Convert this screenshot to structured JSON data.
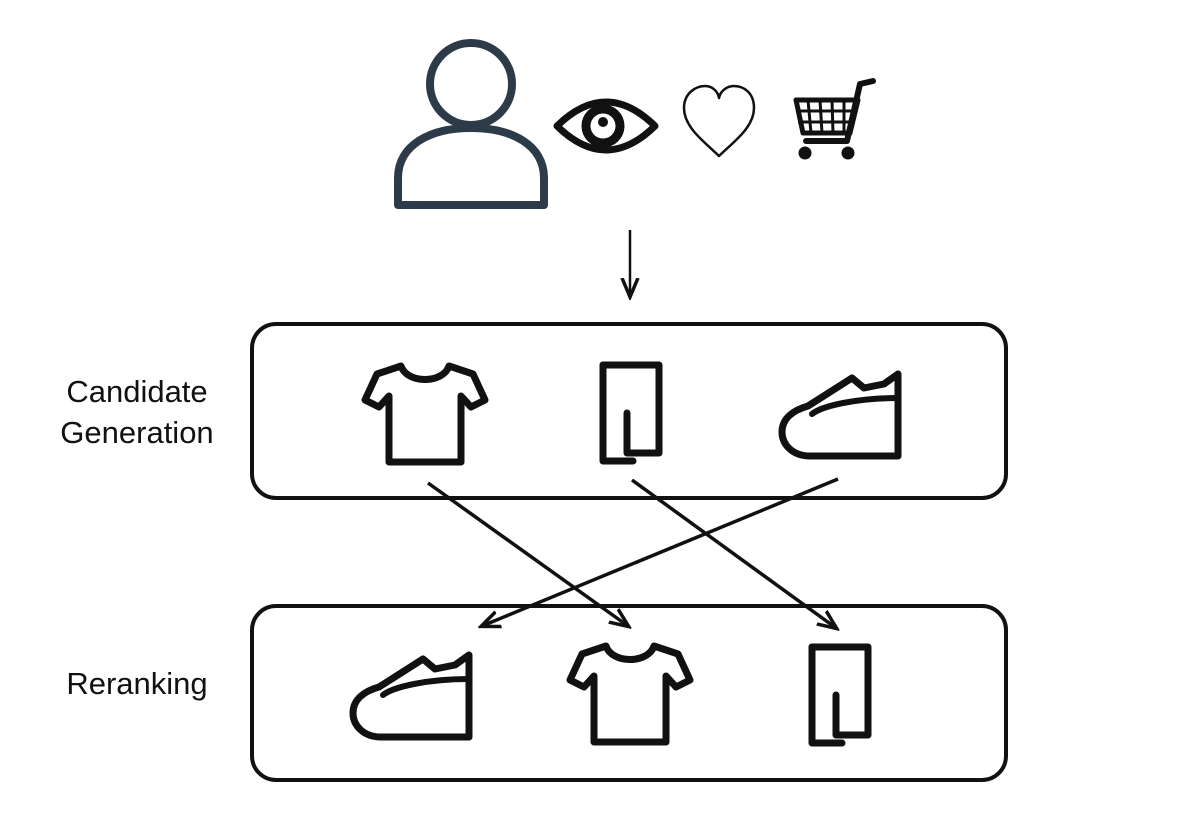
{
  "stages": {
    "candidate_generation": {
      "label_line1": "Candidate",
      "label_line2": "Generation",
      "items": [
        "shirt-icon",
        "pants-icon",
        "shoe-icon"
      ]
    },
    "reranking": {
      "label": "Reranking",
      "items": [
        "shoe-icon",
        "shirt-icon",
        "pants-icon"
      ]
    }
  },
  "user": {
    "icon": "user-icon",
    "actions": [
      "eye-icon",
      "heart-icon",
      "cart-icon"
    ]
  },
  "colors": {
    "stroke": "#111111",
    "user": "#2d3a48"
  }
}
